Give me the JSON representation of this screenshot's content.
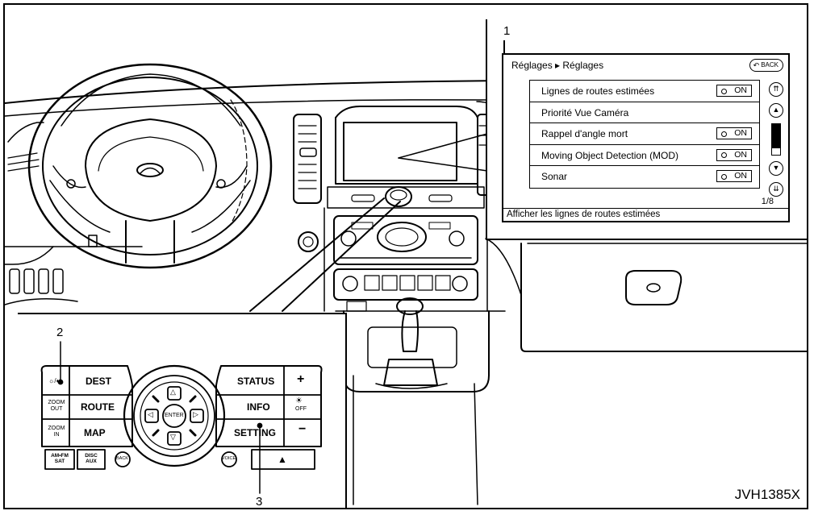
{
  "figure_code": "JVH1385X",
  "callouts": [
    "1",
    "2",
    "3"
  ],
  "nav_screen": {
    "title": "Réglages ▸ Réglages",
    "back_label": "BACK",
    "rows": [
      {
        "label": "Lignes de routes estimées",
        "toggle": "ON"
      },
      {
        "label": "Priorité Vue Caméra",
        "toggle": ""
      },
      {
        "label": "Rappel d'angle mort",
        "toggle": "ON"
      },
      {
        "label": "Moving Object Detection (MOD)",
        "toggle": "ON"
      },
      {
        "label": "Sonar",
        "toggle": "ON"
      }
    ],
    "page_indicator": "1/8",
    "status_text": "Afficher les lignes de routes estimées"
  },
  "control_panel": {
    "left_buttons": {
      "day_night": "☼/◐",
      "dest": "DEST",
      "zoom_out": "ZOOM OUT",
      "route": "ROUTE",
      "zoom_in": "ZOOM IN",
      "map": "MAP",
      "radio": "AM•FM SAT",
      "disc": "DISC AUX",
      "back": "BACK"
    },
    "right_buttons": {
      "status": "STATUS",
      "plus": "+",
      "info": "INFO",
      "brightness_off": "OFF",
      "setting": "SETTING",
      "minus": "−",
      "voice": "VOICE",
      "eject": "▲"
    },
    "enter": "ENTER"
  }
}
